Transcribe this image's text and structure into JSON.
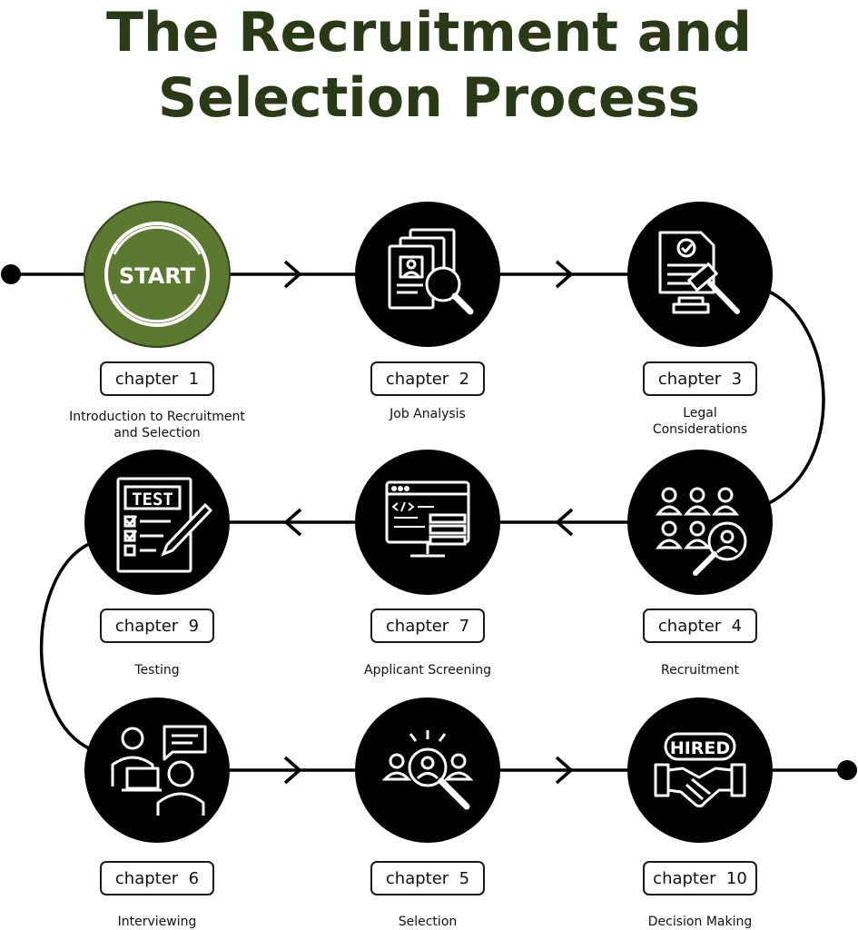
{
  "title": {
    "line1": "The Recruitment and",
    "line2": "Selection Process"
  },
  "colors": {
    "title": "#2a3a16",
    "start_fill": "#5b7a2f",
    "node_fill": "#000000",
    "line": "#000000"
  },
  "steps": [
    {
      "chapter": "chapter  1",
      "label": "Introduction to Recruitment\nand Selection",
      "icon": "start-icon",
      "icon_text": "START"
    },
    {
      "chapter": "chapter  2",
      "label": "Job Analysis",
      "icon": "document-search-icon"
    },
    {
      "chapter": "chapter  3",
      "label": "Legal\nConsiderations",
      "icon": "legal-gavel-icon"
    },
    {
      "chapter": "chapter  4",
      "label": "Recruitment",
      "icon": "people-search-icon"
    },
    {
      "chapter": "chapter  7",
      "label": "Applicant Screening",
      "icon": "screening-monitor-icon"
    },
    {
      "chapter": "chapter  9",
      "label": "Testing",
      "icon": "test-sheet-icon",
      "icon_text": "TEST"
    },
    {
      "chapter": "chapter  6",
      "label": "Interviewing",
      "icon": "interview-icon"
    },
    {
      "chapter": "chapter  5",
      "label": "Selection",
      "icon": "candidate-selection-icon"
    },
    {
      "chapter": "chapter  10",
      "label": "Decision Making",
      "icon": "hired-handshake-icon",
      "icon_text": "HIRED"
    }
  ]
}
